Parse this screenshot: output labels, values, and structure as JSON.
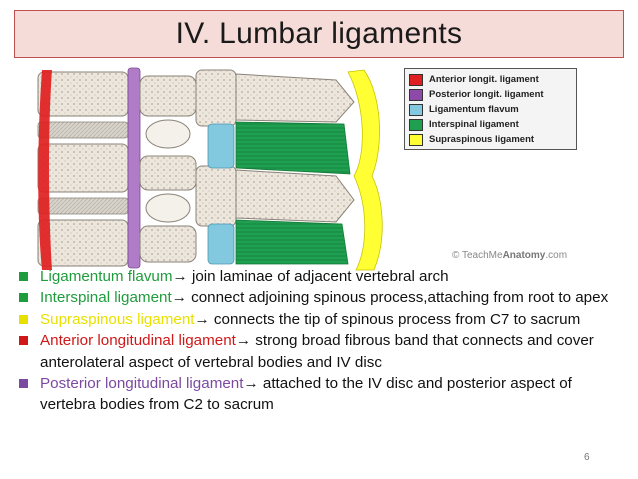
{
  "title": "IV. Lumbar ligaments",
  "colors": {
    "anterior": "#e02020",
    "posterior": "#8e4aa8",
    "flavum": "#82c8df",
    "interspinal": "#1fa050",
    "supraspinous": "#ffff33",
    "bullet_green": "#1f9c3c",
    "bullet_yellow": "#e8e000",
    "bullet_red": "#d01818",
    "bullet_purple": "#7b4aa0"
  },
  "legend": [
    {
      "label": "Anterior longit. ligament",
      "color": "#e02020"
    },
    {
      "label": "Posterior longit. ligament",
      "color": "#8e4aa8"
    },
    {
      "label": "Ligamentum flavum",
      "color": "#82c8df"
    },
    {
      "label": "Interspinal ligament",
      "color": "#1fa050"
    },
    {
      "label": "Supraspinous ligament",
      "color": "#ffff33"
    }
  ],
  "watermark": {
    "prefix": "TeachMe",
    "brand": "Anatomy",
    "suffix": ".com"
  },
  "bullets": [
    {
      "term": "Ligamentum flavum",
      "text": " join laminae of adjacent vertebral arch",
      "term_color": "#1f9c3c",
      "marker_color": "#1f9c3c"
    },
    {
      "term": "Interspinal ligament",
      "text": " connect adjoining spinous process,attaching from root to apex",
      "term_color": "#1f9c3c",
      "marker_color": "#1f9c3c"
    },
    {
      "term": "Supraspinous ligament",
      "text": " connects the tip of spinous process from C7 to sacrum",
      "term_color": "#e8e000",
      "marker_color": "#e8e000"
    },
    {
      "term": "Anterior longitudinal ligament",
      "text": " strong broad fibrous band that connects and cover anterolateral aspect of vertebral bodies and IV disc",
      "term_color": "#d01818",
      "marker_color": "#d01818"
    },
    {
      "term": "Posterior longitudinal ligament",
      "text": " attached to the IV disc and posterior aspect of vertebra bodies from C2 to sacrum",
      "term_color": "#7b4aa0",
      "marker_color": "#7b4aa0"
    }
  ],
  "arrow": "→",
  "slide_number": "6"
}
